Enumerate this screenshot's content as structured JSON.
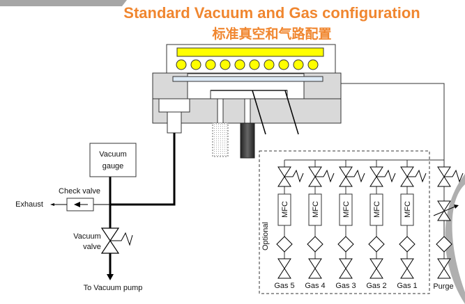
{
  "title": {
    "english": "Standard Vacuum and Gas configuration",
    "chinese": "标准真空和气路配置"
  },
  "colors": {
    "title": "#f0862f",
    "chamber_body": "#d9d9d9",
    "heater_bar": "#ffff00",
    "lamp": "#ffff00",
    "window": "#dce9f5",
    "decor_bar": "#a6a6a6"
  },
  "vacuum": {
    "gauge_line1": "Vacuum",
    "gauge_line2": "gauge",
    "check_valve": "Check valve",
    "exhaust": "Exhaust",
    "valve_line1": "Vacuum",
    "valve_line2": "valve",
    "pump": "To Vacuum pump"
  },
  "gas": {
    "optional_label": "Optional",
    "mfc_label": "MFC",
    "lines": [
      {
        "name": "Gas 5"
      },
      {
        "name": "Gas 4"
      },
      {
        "name": "Gas 3"
      },
      {
        "name": "Gas 2"
      },
      {
        "name": "Gas 1"
      }
    ],
    "purge": "Purge"
  },
  "lamp_count": 10
}
